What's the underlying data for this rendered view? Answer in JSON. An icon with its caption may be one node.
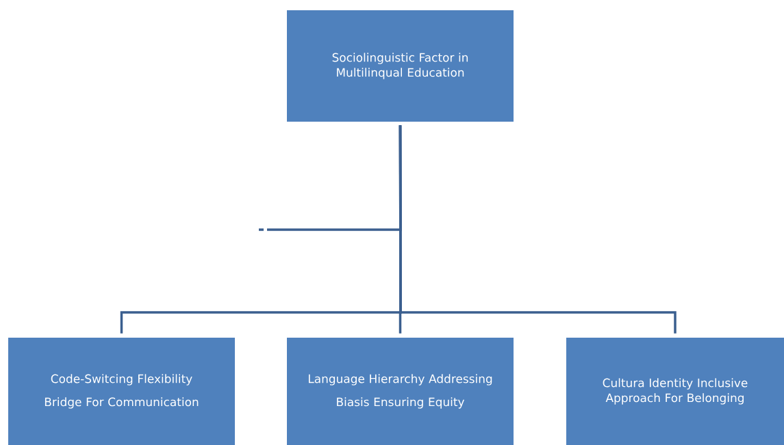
{
  "diagram": {
    "nodes": [
      {
        "text": [
          "Sociolinguistic Factor in Multilinqual Education"
        ]
      },
      {
        "text": [
          "Code-Switcing Flexibility",
          "Bridge For Communication"
        ]
      },
      {
        "text": [
          "Language Hierarchy Addressing",
          "Biasis Ensuring Equity"
        ]
      },
      {
        "text": [
          "Cultura Identity Inclusive Approach For Belonging"
        ]
      }
    ],
    "edges": [
      {
        "from": 0,
        "to": 1,
        "arrow": "none"
      },
      {
        "from": 0,
        "to": 2,
        "arrow": "none"
      },
      {
        "from": 0,
        "to": 3,
        "arrow": "none"
      },
      {
        "from": 0,
        "to": null,
        "arrow": "none"
      }
    ]
  }
}
